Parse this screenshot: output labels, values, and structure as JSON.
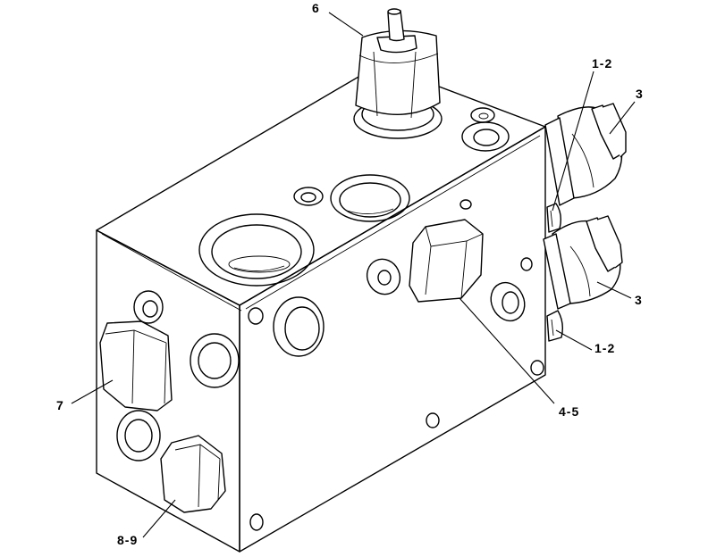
{
  "callouts": {
    "c6": "6",
    "c1_2_top": "1-2",
    "c3_top": "3",
    "c3_mid": "3",
    "c1_2_bottom": "1-2",
    "c4_5": "4-5",
    "c7": "7",
    "c8_9": "8-9"
  },
  "colors": {
    "line": "#000000",
    "background": "#ffffff"
  }
}
